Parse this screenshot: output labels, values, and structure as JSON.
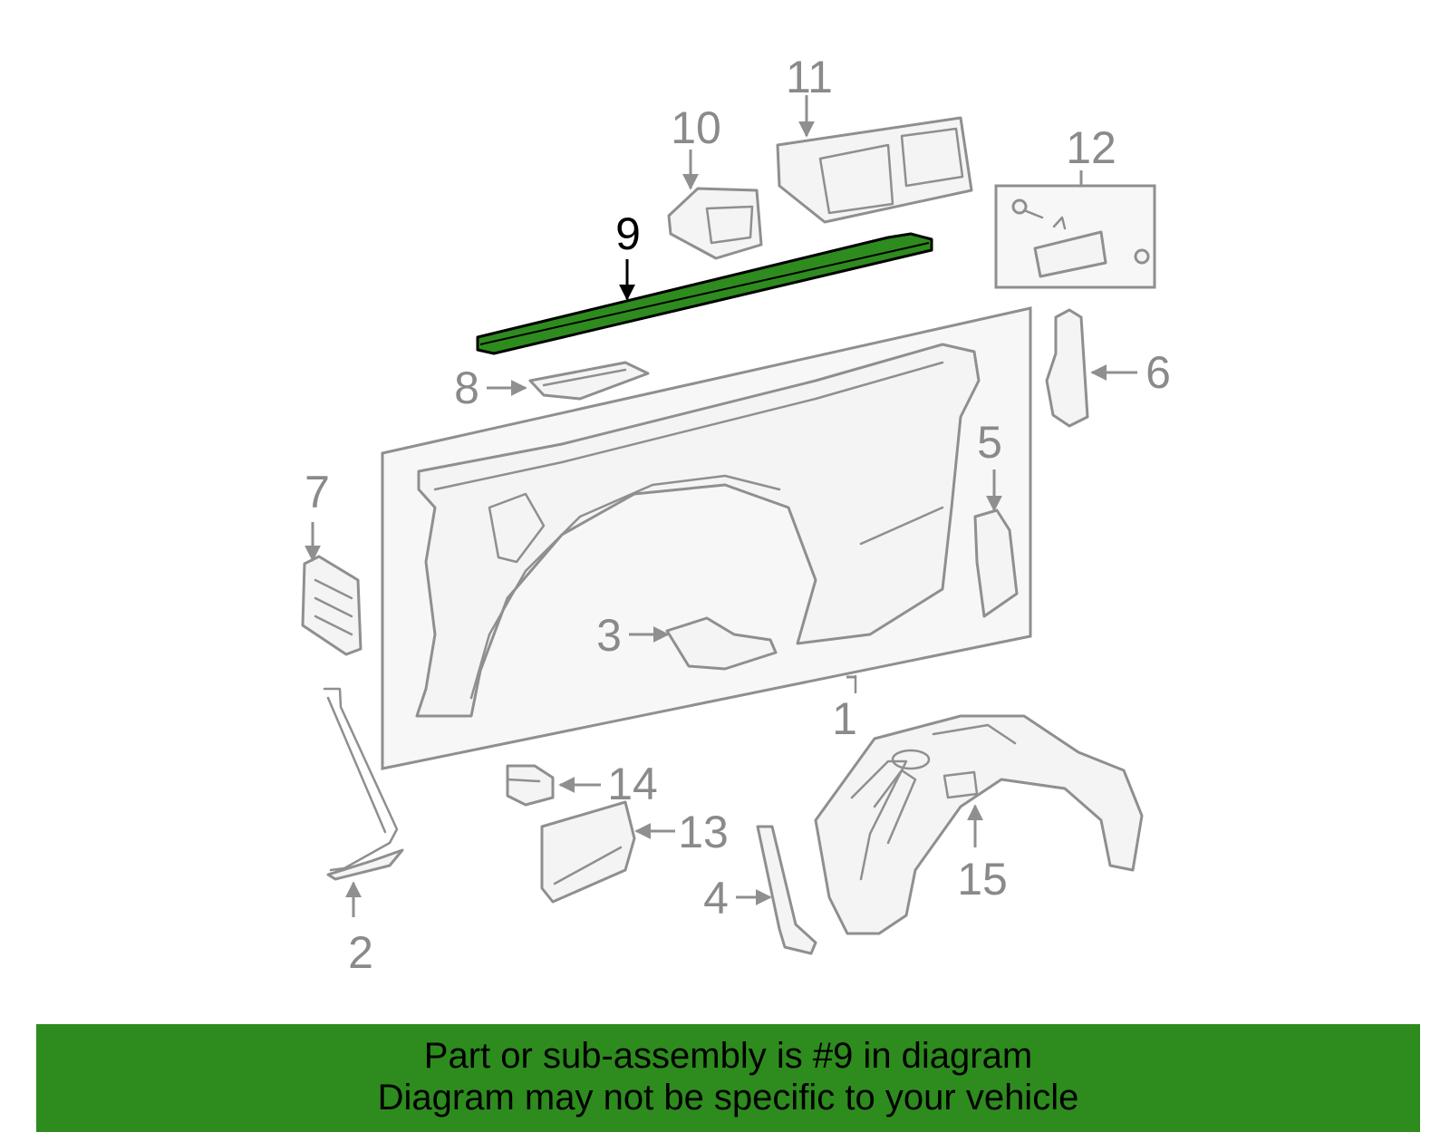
{
  "diagram": {
    "callouts": {
      "c1": "1",
      "c2": "2",
      "c3": "3",
      "c4": "4",
      "c5": "5",
      "c6": "6",
      "c7": "7",
      "c8": "8",
      "c9": "9",
      "c10": "10",
      "c11": "11",
      "c12": "12",
      "c13": "13",
      "c14": "14",
      "c15": "15"
    },
    "highlighted_part": "9",
    "colors": {
      "highlight": "#2e8b1e",
      "parts": "#8f8f8f",
      "callout_active": "#000000"
    }
  },
  "footer": {
    "line1": "Part or sub-assembly is #9 in diagram",
    "line2": "Diagram may not be specific to your vehicle"
  }
}
